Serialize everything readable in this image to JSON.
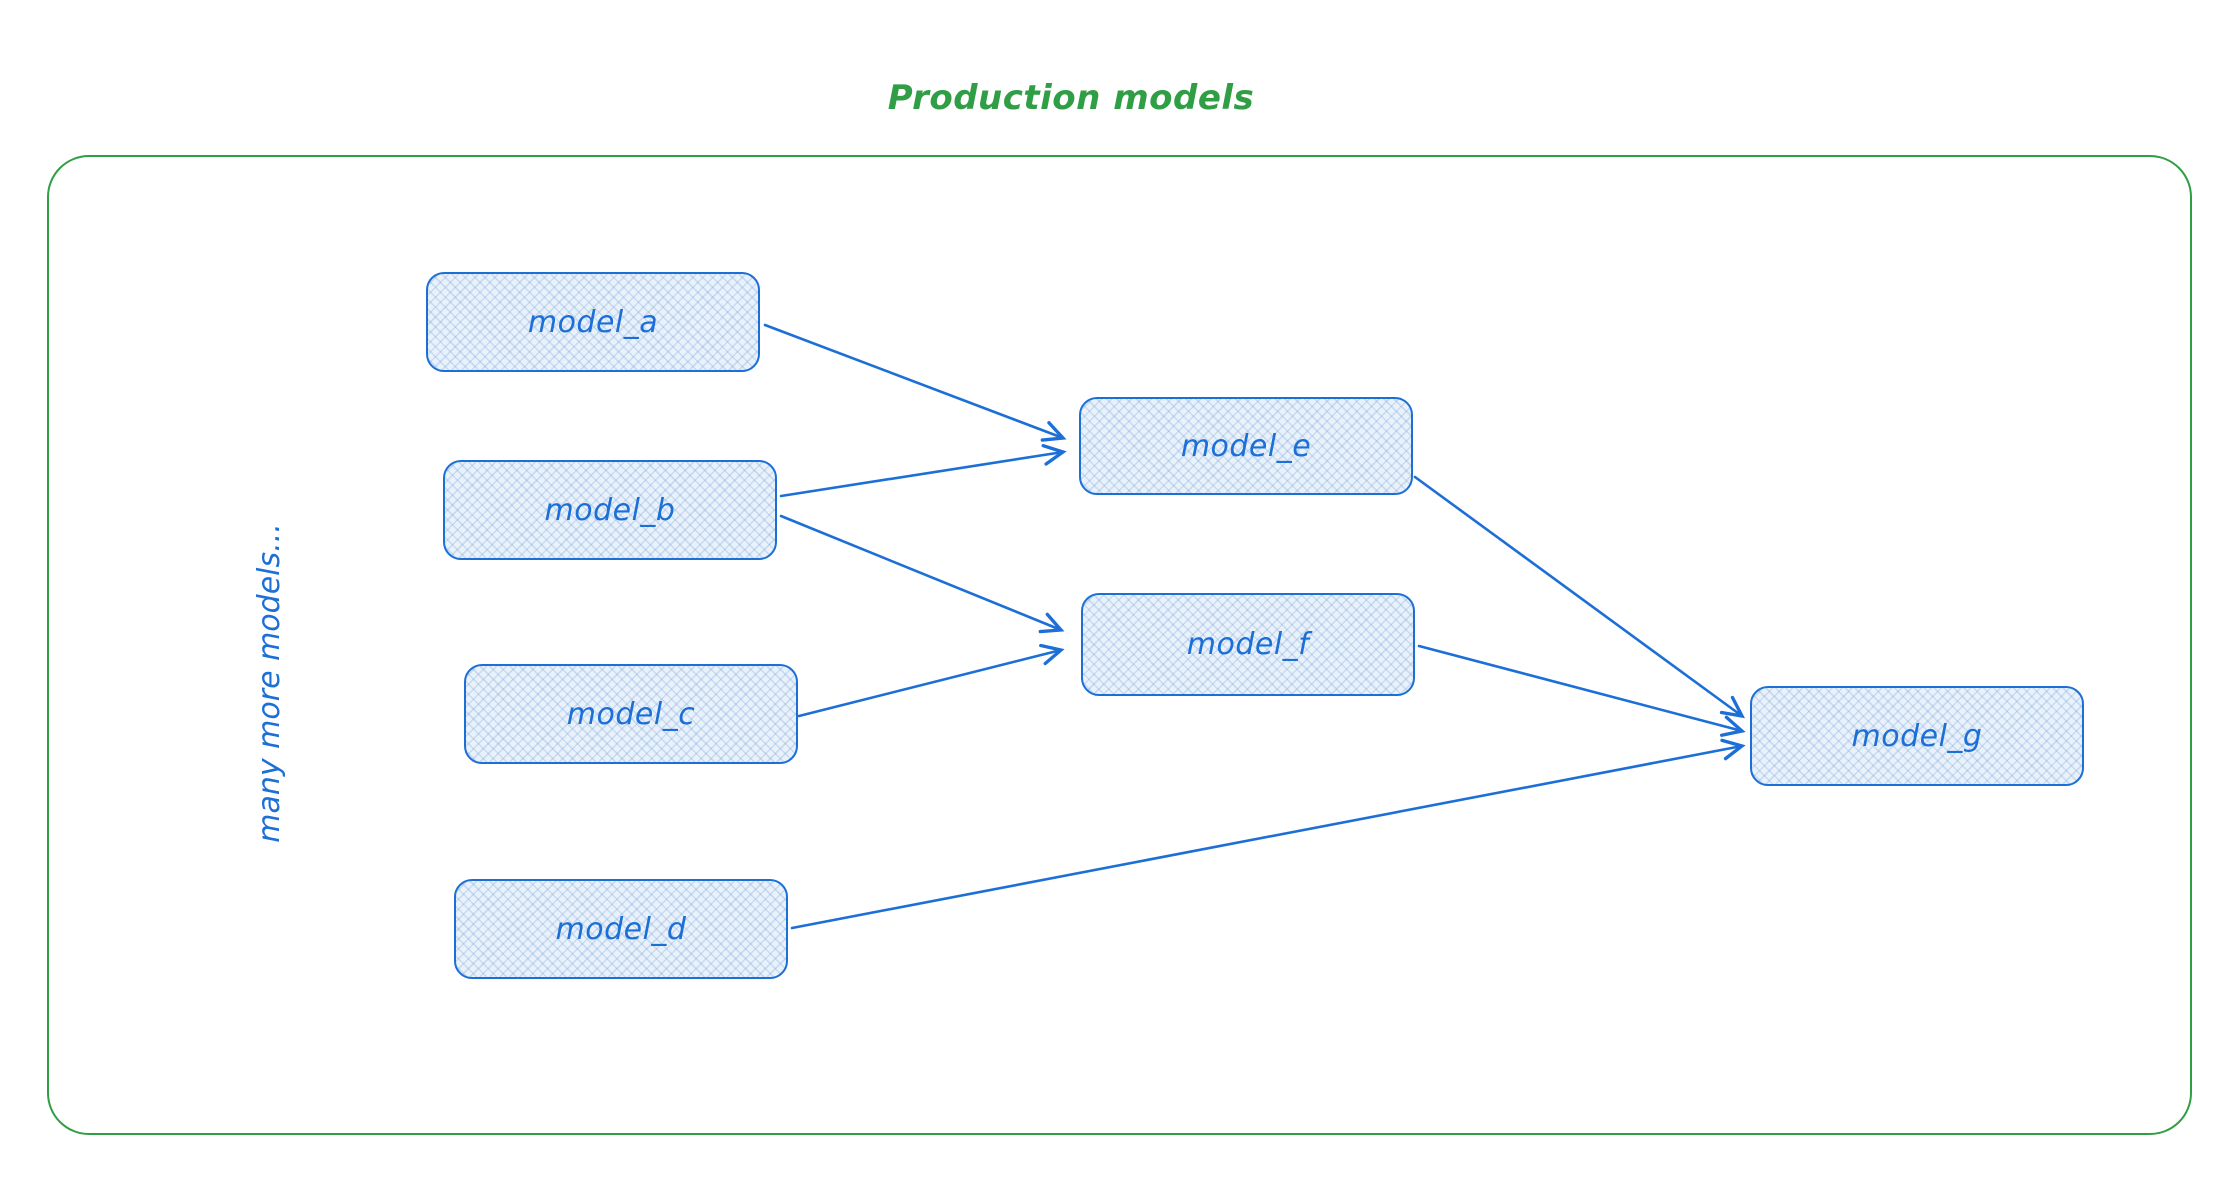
{
  "title": "Production models",
  "side_label": "many more models...",
  "colors": {
    "frame_green": "#2f9e44",
    "node_blue": "#1c6fd6",
    "node_fill": "#e9f1fb"
  },
  "diagram": {
    "nodes": [
      {
        "id": "model_a",
        "label": "model_a"
      },
      {
        "id": "model_b",
        "label": "model_b"
      },
      {
        "id": "model_c",
        "label": "model_c"
      },
      {
        "id": "model_d",
        "label": "model_d"
      },
      {
        "id": "model_e",
        "label": "model_e"
      },
      {
        "id": "model_f",
        "label": "model_f"
      },
      {
        "id": "model_g",
        "label": "model_g"
      }
    ],
    "edges": [
      {
        "from": "model_a",
        "to": "model_e"
      },
      {
        "from": "model_b",
        "to": "model_e"
      },
      {
        "from": "model_b",
        "to": "model_f"
      },
      {
        "from": "model_c",
        "to": "model_f"
      },
      {
        "from": "model_e",
        "to": "model_g"
      },
      {
        "from": "model_f",
        "to": "model_g"
      },
      {
        "from": "model_d",
        "to": "model_g"
      }
    ]
  }
}
